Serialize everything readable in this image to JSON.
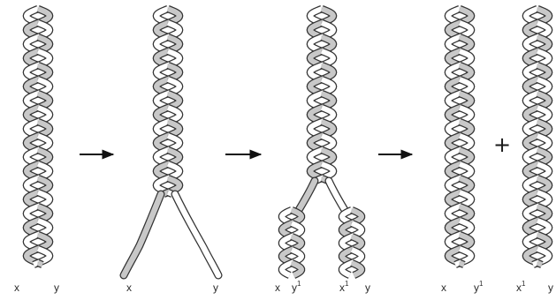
{
  "colors": {
    "strand_shaded": "#c8c8c8",
    "strand_plain": "#ffffff",
    "outline": "#333333",
    "arrow": "#111111"
  },
  "stages": [
    {
      "labels": [
        {
          "base": "x",
          "sup": ""
        },
        {
          "base": "y",
          "sup": ""
        }
      ]
    },
    {
      "labels": [
        {
          "base": "x",
          "sup": ""
        },
        {
          "base": "y",
          "sup": ""
        }
      ]
    },
    {
      "labels": [
        {
          "base": "x",
          "sup": ""
        },
        {
          "base": "y",
          "sup": "1"
        },
        {
          "base": "x",
          "sup": "1"
        },
        {
          "base": "y",
          "sup": ""
        }
      ]
    },
    {
      "labels": [
        {
          "base": "x",
          "sup": ""
        },
        {
          "base": "y",
          "sup": "1"
        },
        {
          "base": "x",
          "sup": "1"
        },
        {
          "base": "y",
          "sup": ""
        }
      ]
    }
  ],
  "operator": "+"
}
